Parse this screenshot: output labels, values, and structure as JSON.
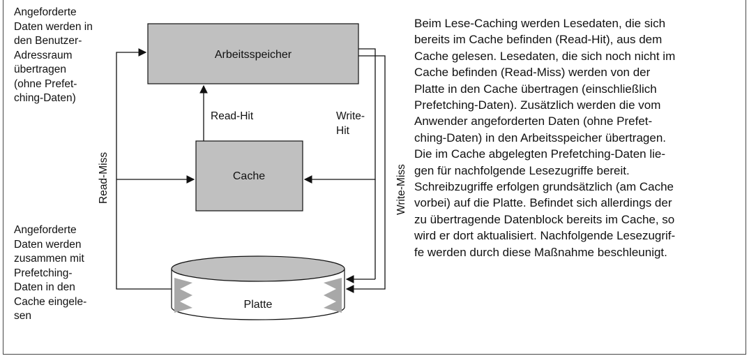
{
  "diagram": {
    "boxes": {
      "memory": "Arbeitsspeicher",
      "cache": "Cache",
      "disk": "Platte"
    },
    "flow_labels": {
      "read_hit": "Read-Hit",
      "write_hit": "Write-\nHit",
      "read_miss": "Read-Miss",
      "write_miss": "Write-Miss"
    },
    "notes": {
      "top": "Angeforderte\nDaten werden in\nden Benutzer-\nAdressraum\nübertragen\n(ohne Prefet-\nching-Daten)",
      "bottom": "Angeforderte\nDaten werden\nzusammen mit\nPrefetching-\nDaten in den\nCache eingele-\nsen"
    },
    "colors": {
      "box_fill": "#c0c0c0",
      "line": "#111111",
      "disk_wave": "#a8a8a8"
    }
  },
  "description": "Beim Lese-Caching werden Lesedaten, die sich\nbereits im Cache befinden (Read-Hit), aus dem\nCache gelesen. Lesedaten, die sich noch nicht im\nCache befinden (Read-Miss) werden von der\nPlatte in den Cache übertragen (einschließlich\nPrefetching-Daten). Zusätzlich werden die vom\nAnwender angeforderten Daten (ohne Prefet-\nching-Daten) in den Arbeitsspeicher übertragen.\nDie im Cache abgelegten Prefetching-Daten lie-\ngen für nachfolgende Lesezugriffe bereit.\nSchreibzugriffe erfolgen grundsätzlich (am Cache\nvorbei) auf die Platte. Befindet sich allerdings der\nzu übertragende Datenblock bereits im Cache, so\nwird er dort aktualisiert. Nachfolgende Lesezugrif-\nfe werden durch diese Maßnahme beschleunigt."
}
